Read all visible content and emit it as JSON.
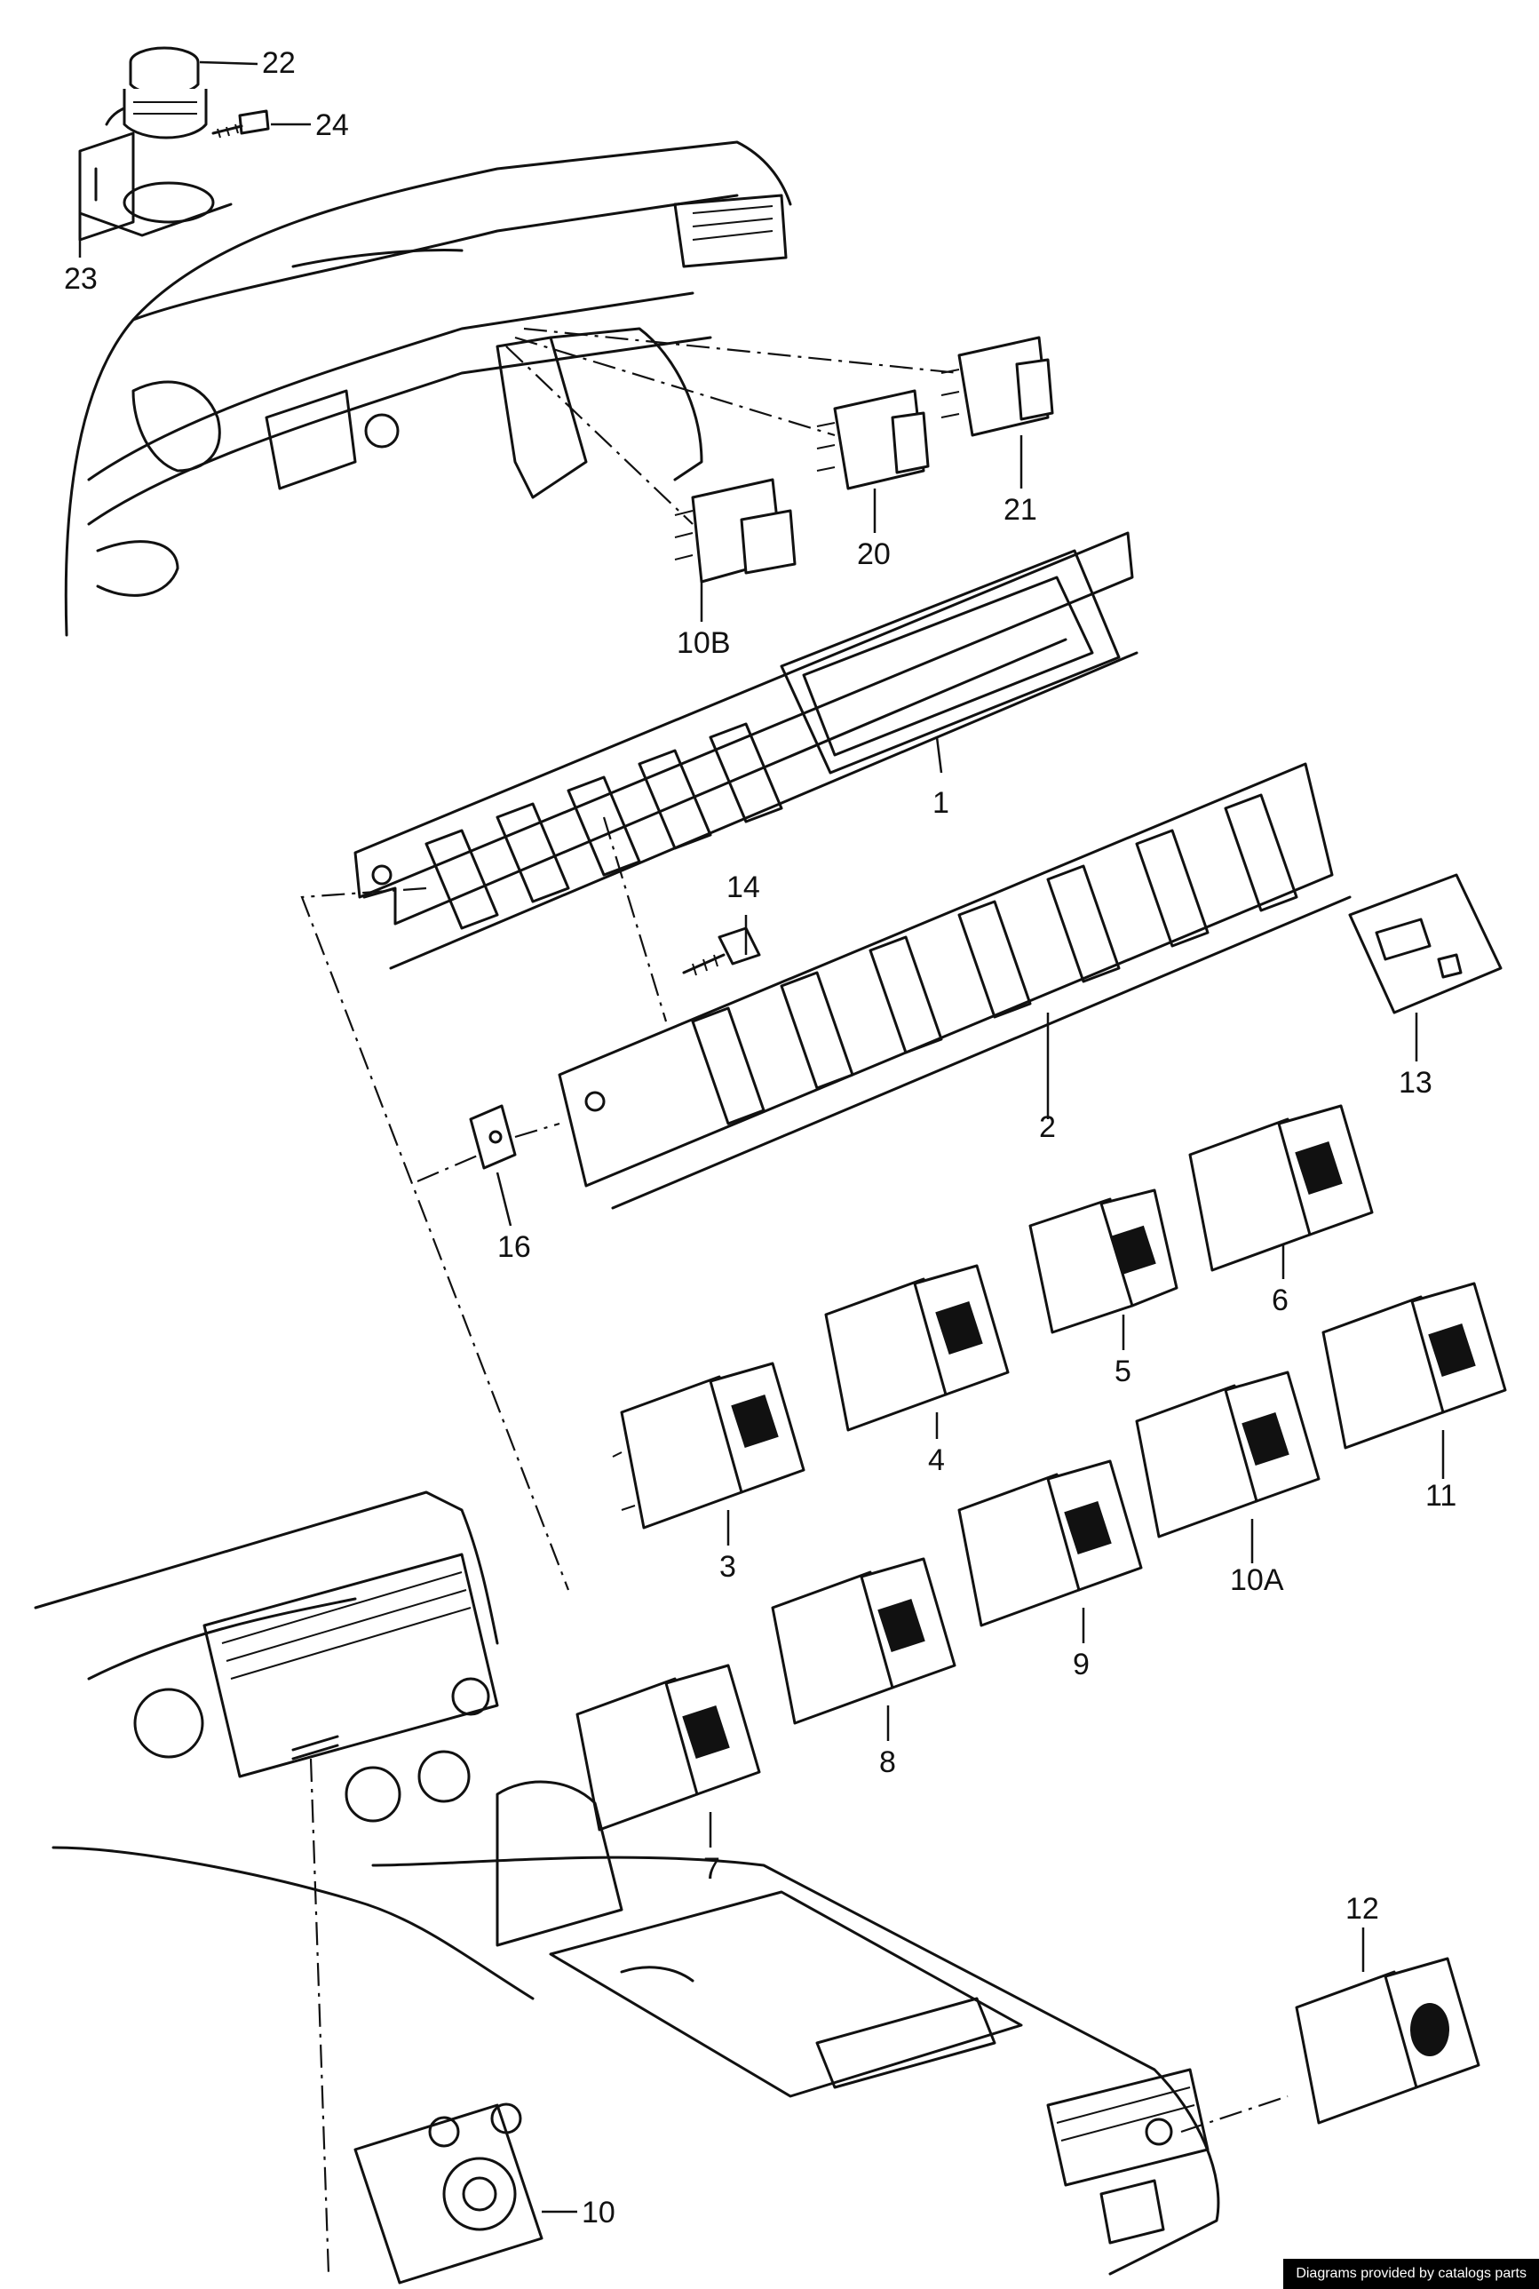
{
  "credit": "Diagrams provided by catalogs parts",
  "labels": {
    "l1": "1",
    "l2": "2",
    "l3": "3",
    "l4": "4",
    "l5": "5",
    "l6": "6",
    "l7": "7",
    "l8": "8",
    "l9": "9",
    "l10": "10",
    "l10a": "10A",
    "l10b": "10B",
    "l11": "11",
    "l12": "12",
    "l13": "13",
    "l14": "14",
    "l16": "16",
    "l20": "20",
    "l21": "21",
    "l22": "22",
    "l23": "23",
    "l24": "24"
  }
}
